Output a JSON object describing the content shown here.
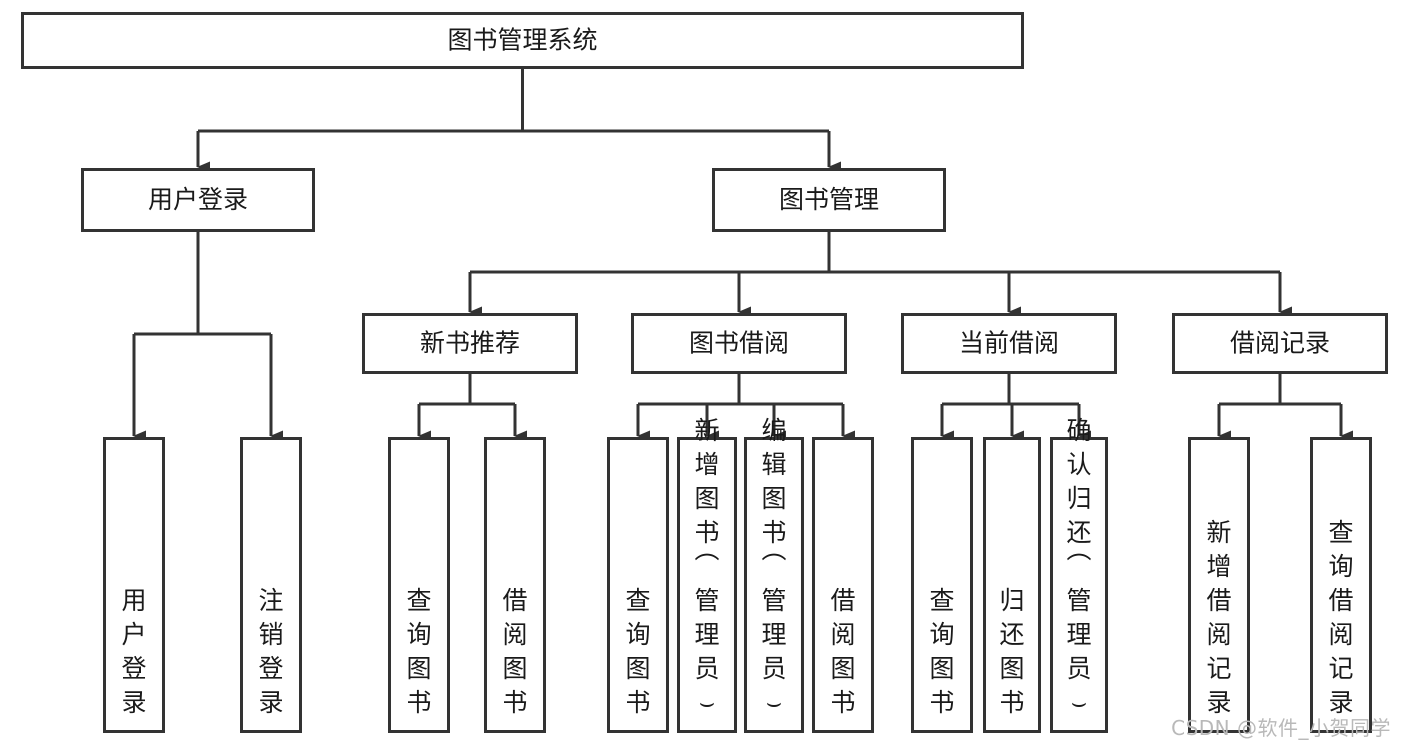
{
  "diagram": {
    "type": "tree",
    "title": "图书管理系统",
    "orientation": "top-down",
    "colors": {
      "box_stroke": "#333333",
      "box_fill": "#ffffff",
      "text": "#1a1a1a",
      "background": "#ffffff",
      "watermark": "#b9b9b9"
    },
    "nodes": {
      "root": {
        "label": "图书管理系统",
        "level": 0,
        "orientation": "horizontal"
      },
      "user_login": {
        "label": "用户登录",
        "level": 1,
        "orientation": "horizontal"
      },
      "book_manage": {
        "label": "图书管理",
        "level": 1,
        "orientation": "horizontal"
      },
      "new_book_rec": {
        "label": "新书推荐",
        "level": 2,
        "orientation": "horizontal"
      },
      "book_borrow": {
        "label": "图书借阅",
        "level": 2,
        "orientation": "horizontal"
      },
      "current_borrow": {
        "label": "当前借阅",
        "level": 2,
        "orientation": "horizontal"
      },
      "borrow_record": {
        "label": "借阅记录",
        "level": 2,
        "orientation": "horizontal"
      },
      "leaf_user_login": {
        "label": "用户登录",
        "level": 3,
        "orientation": "vertical"
      },
      "leaf_user_logout": {
        "label": "注销登录",
        "level": 3,
        "orientation": "vertical"
      },
      "leaf_rec_query": {
        "label": "查询图书",
        "level": 3,
        "orientation": "vertical"
      },
      "leaf_rec_borrow": {
        "label": "借阅图书",
        "level": 3,
        "orientation": "vertical"
      },
      "leaf_borrow_query": {
        "label": "查询图书",
        "level": 3,
        "orientation": "vertical"
      },
      "leaf_borrow_add": {
        "label": "新增图书（管理员）",
        "level": 3,
        "orientation": "vertical"
      },
      "leaf_borrow_edit": {
        "label": "编辑图书（管理员）",
        "level": 3,
        "orientation": "vertical"
      },
      "leaf_borrow_do": {
        "label": "借阅图书",
        "level": 3,
        "orientation": "vertical"
      },
      "leaf_cur_query": {
        "label": "查询图书",
        "level": 3,
        "orientation": "vertical"
      },
      "leaf_cur_return": {
        "label": "归还图书",
        "level": 3,
        "orientation": "vertical"
      },
      "leaf_cur_confirm": {
        "label": "确认归还（管理员）",
        "level": 3,
        "orientation": "vertical"
      },
      "leaf_rec_add": {
        "label": "新增借阅记录",
        "level": 3,
        "orientation": "vertical"
      },
      "leaf_rec_query2": {
        "label": "查询借阅记录",
        "level": 3,
        "orientation": "vertical"
      }
    },
    "edges": [
      {
        "from": "root",
        "to": "user_login"
      },
      {
        "from": "root",
        "to": "book_manage"
      },
      {
        "from": "user_login",
        "to": "leaf_user_login"
      },
      {
        "from": "user_login",
        "to": "leaf_user_logout"
      },
      {
        "from": "book_manage",
        "to": "new_book_rec"
      },
      {
        "from": "book_manage",
        "to": "book_borrow"
      },
      {
        "from": "book_manage",
        "to": "current_borrow"
      },
      {
        "from": "book_manage",
        "to": "borrow_record"
      },
      {
        "from": "new_book_rec",
        "to": "leaf_rec_query"
      },
      {
        "from": "new_book_rec",
        "to": "leaf_rec_borrow"
      },
      {
        "from": "book_borrow",
        "to": "leaf_borrow_query"
      },
      {
        "from": "book_borrow",
        "to": "leaf_borrow_add"
      },
      {
        "from": "book_borrow",
        "to": "leaf_borrow_edit"
      },
      {
        "from": "book_borrow",
        "to": "leaf_borrow_do"
      },
      {
        "from": "current_borrow",
        "to": "leaf_cur_query"
      },
      {
        "from": "current_borrow",
        "to": "leaf_cur_return"
      },
      {
        "from": "current_borrow",
        "to": "leaf_cur_confirm"
      },
      {
        "from": "borrow_record",
        "to": "leaf_rec_add"
      },
      {
        "from": "borrow_record",
        "to": "leaf_rec_query2"
      }
    ]
  },
  "watermark": {
    "text": "CSDN @软件_小贺同学"
  }
}
